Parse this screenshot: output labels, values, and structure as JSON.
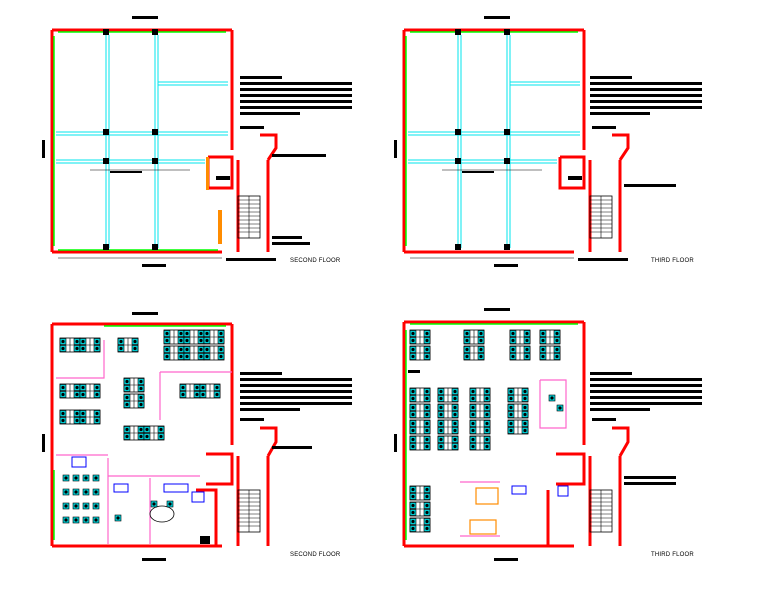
{
  "panels": [
    {
      "id": "shell-second",
      "caption": "SECOND FLOOR"
    },
    {
      "id": "shell-third",
      "caption": "THIRD FLOOR"
    },
    {
      "id": "layout-second",
      "caption": "SECOND FLOOR"
    },
    {
      "id": "layout-third",
      "caption": "THIRD FLOOR"
    }
  ],
  "colors": {
    "wall": "#ff0000",
    "glazing": "#00ff00",
    "beam": "#00e5ee",
    "furniture": "#00cfd6",
    "partition": "#ff66cc",
    "ink": "#000000",
    "door": "#ff8c00",
    "accent_blue": "#0000ff"
  }
}
